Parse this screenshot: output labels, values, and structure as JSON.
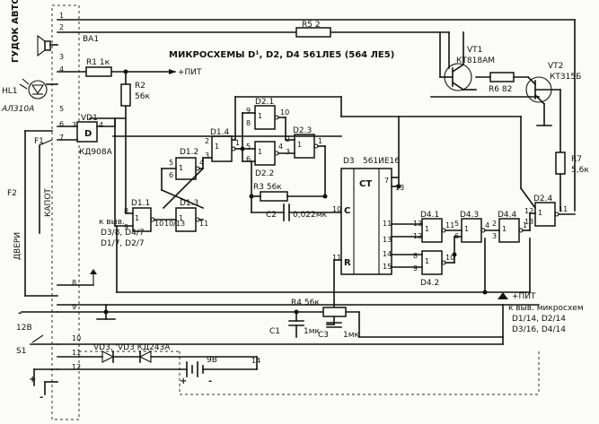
{
  "connector": {
    "title": "ГУДОК АВТОМ.",
    "pins": [
      "1",
      "2",
      "3",
      "4",
      "5",
      "6",
      "7",
      "8",
      "9",
      "10",
      "11",
      "12",
      "14"
    ]
  },
  "header": {
    "chips_note": "МИКРОСХЕМЫ D¹, D2, D4 561ЛЕ5 (564 ЛЕ5)"
  },
  "power": {
    "pit_top": "+ПИТ",
    "pit_right": "+ПИТ"
  },
  "components": {
    "ba1": "BA1",
    "hl1": "HL1",
    "hl1_type": "АЛ310А",
    "r1": "R1 1к",
    "r2": "R2",
    "r2_val": "56к",
    "r3": "R3 56к",
    "r4": "R4 56к",
    "r5": "R5 2",
    "r6": "R6 82",
    "r7": "R7",
    "r7_val": "5,6к",
    "vd1": "VD1",
    "vd1_type": "КД908А",
    "vt1": "VT1",
    "vt1_type": "КТ818АМ",
    "vt2": "VT2",
    "vt2_type": "КТ315Б",
    "c1": "C1",
    "c1_val": "1мк",
    "c2": "C2",
    "c2_val": "0,022мк",
    "c3": "C3",
    "c3_val": "1мк",
    "vd3": "VD3, 'VD3 КД243А",
    "battery": "9В",
    "f1": "F1",
    "f2": "F2",
    "hood": "КАПОТ",
    "doors": "ДВЕРИ",
    "s1": "S1",
    "v12": "12В",
    "d3": "D3",
    "d3_type": "561ИЕ16",
    "ct": "CT",
    "c_in": "C",
    "r_in": "R",
    "gates": [
      "D1.1",
      "D1.2",
      "D1.3",
      "D1.4",
      "D2.1",
      "D2.2",
      "D2.3",
      "D2.4",
      "D4.1",
      "D4.2",
      "D4.3",
      "D4.4"
    ]
  },
  "notes": {
    "left_pins": [
      "к выв.",
      "D3/8, D4/7",
      "D1/7, D2/7"
    ],
    "right_pins": [
      "к выв. микросхем",
      "D1/14, D2/14",
      "D3/16, D4/14"
    ]
  },
  "signs": {
    "plus": "+",
    "minus": "-"
  }
}
